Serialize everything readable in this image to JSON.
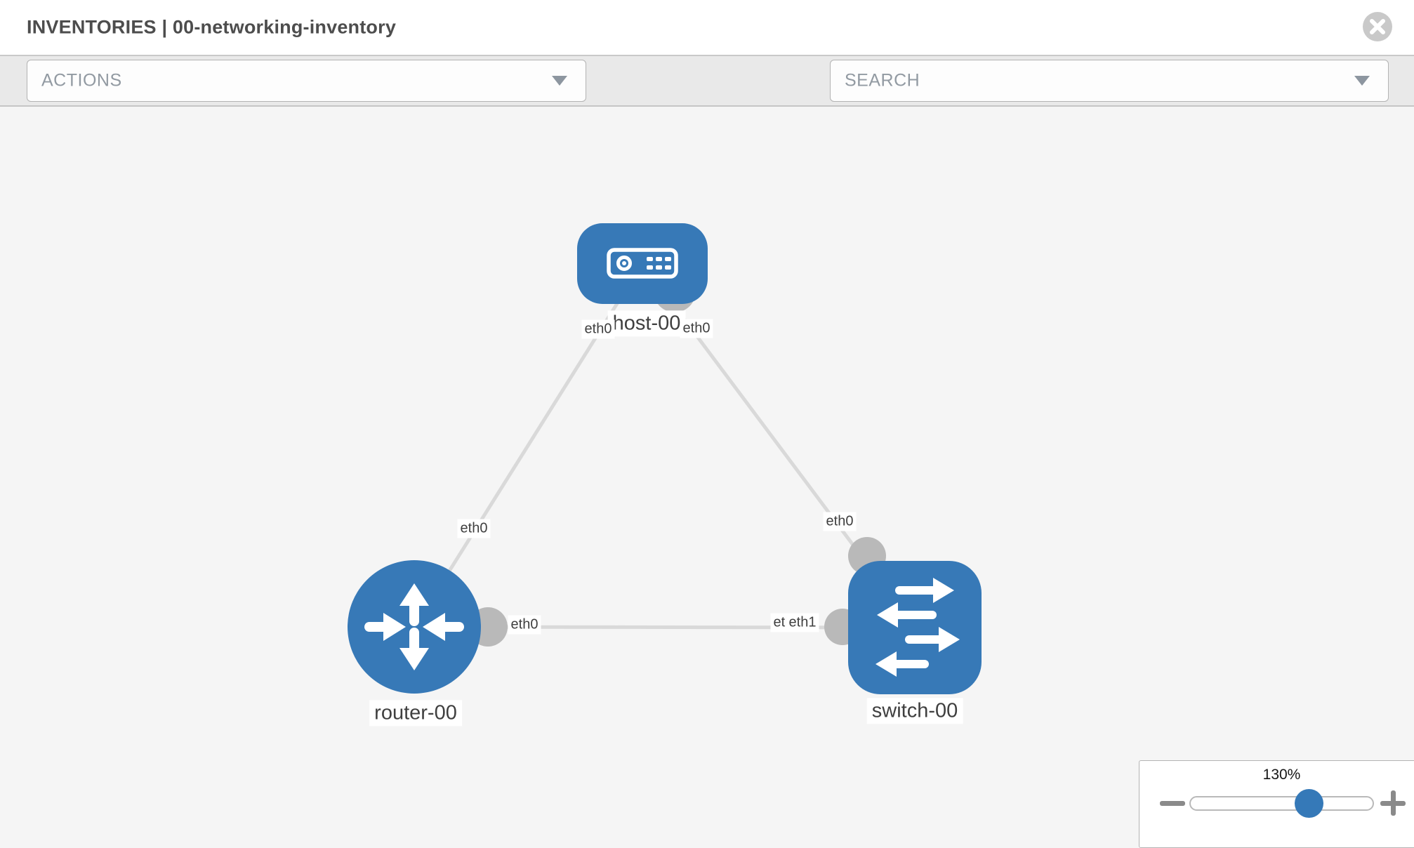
{
  "window": {
    "title": "INVENTORIES | 00-networking-inventory"
  },
  "toolbar": {
    "actions_label": "ACTIONS",
    "search_placeholder": "SEARCH"
  },
  "topology": {
    "nodes": [
      {
        "name": "host-00",
        "type": "host"
      },
      {
        "name": "router-00",
        "type": "router"
      },
      {
        "name": "switch-00",
        "type": "switch"
      }
    ],
    "links": [
      {
        "from": "host-00",
        "to": "router-00",
        "from_interface": "eth0",
        "to_interface": "eth0"
      },
      {
        "from": "host-00",
        "to": "switch-00",
        "from_interface": "eth0",
        "to_interface": "eth0"
      },
      {
        "from": "router-00",
        "to": "switch-00",
        "from_interface": "eth0",
        "to_interface": "eth1"
      }
    ],
    "interface_labels": [
      {
        "text": "eth0"
      },
      {
        "text": "eth0"
      },
      {
        "text": "eth0"
      },
      {
        "text": "eth0"
      },
      {
        "text": "eth0"
      },
      {
        "text": "eth0"
      },
      {
        "text": "eth1"
      }
    ]
  },
  "zoom_control": {
    "level": "130%"
  },
  "colors": {
    "node_fill": "#3779b7",
    "link_stroke": "#d9d9d9",
    "interface_dot": "#b9b9b9",
    "icon_gray": "#7d8893",
    "toolbar_bg": "#e9e9e9",
    "canvas_bg": "#f5f5f5",
    "label_text": "#3f3f3f"
  }
}
